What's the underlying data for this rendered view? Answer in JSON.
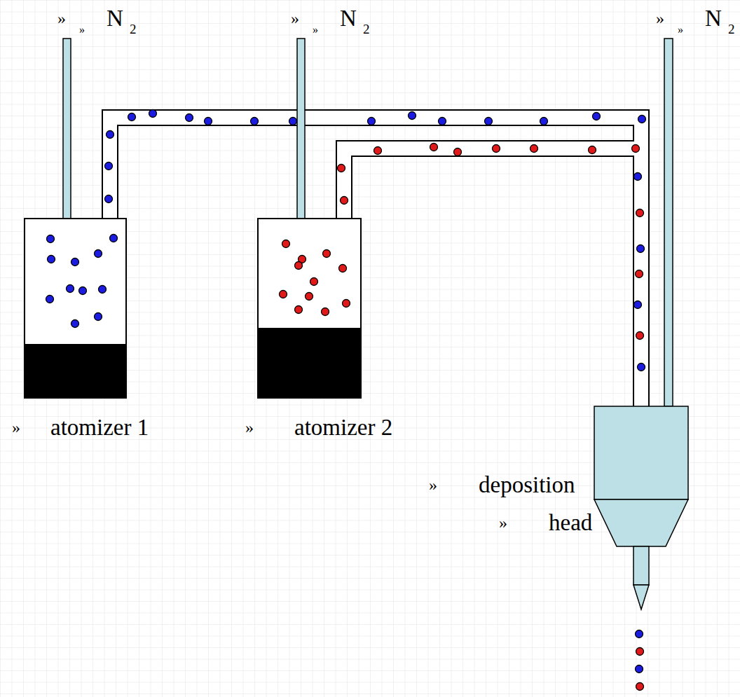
{
  "diagram": {
    "nodes": [
      {
        "text": [
          "atomizer 1"
        ]
      },
      {
        "text": [
          "atomizer 2"
        ]
      },
      {
        "text": [
          "deposition",
          "head"
        ]
      }
    ],
    "edges": [
      {
        "from": 0,
        "to": 2,
        "arrow": "none"
      },
      {
        "from": 1,
        "to": 2,
        "arrow": "none"
      }
    ],
    "labels": [
      "»",
      "»",
      "N",
      "2",
      "»",
      "»",
      "N",
      "2",
      "»",
      "»",
      "N",
      "2",
      "»",
      "»",
      "»",
      "»"
    ]
  }
}
